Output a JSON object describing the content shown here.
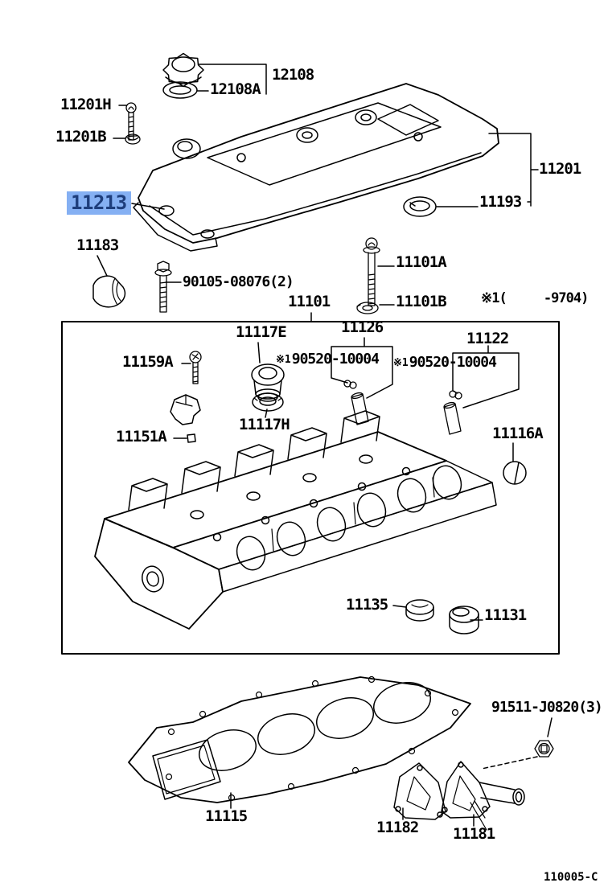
{
  "page": {
    "type": "parts-catalog-figure",
    "figure_code": "110005-C",
    "note_availability": "※1(     -9704)"
  },
  "colors": {
    "background": "#ffffff",
    "line_art": "#000000",
    "highlight_bg": "#85b0f3",
    "highlight_text": "#1e3e7c"
  },
  "labels": {
    "p12108": "12108",
    "p12108a": "12108A",
    "p11201h": "11201H",
    "p11201b": "11201B",
    "p11201": "11201",
    "p11193": "11193",
    "p11213": "11213",
    "p11183": "11183",
    "p90105": "90105-08076(2)",
    "p11101": "11101",
    "p11101a": "11101A",
    "p11101b": "11101B",
    "p11117e": "11117E",
    "p11126": "11126",
    "ref1_prefix": "※1",
    "ref1": "90520-10004",
    "p11122": "11122",
    "ref2_prefix": "※1",
    "ref2": "90520-10004",
    "p11159a": "11159A",
    "p11117h": "11117H",
    "p11151a": "11151A",
    "p11116a": "11116A",
    "p11135": "11135",
    "p11131": "11131",
    "p11115": "11115",
    "p91511": "91511-J0820(3)",
    "p11182": "11182",
    "p11181": "11181"
  }
}
